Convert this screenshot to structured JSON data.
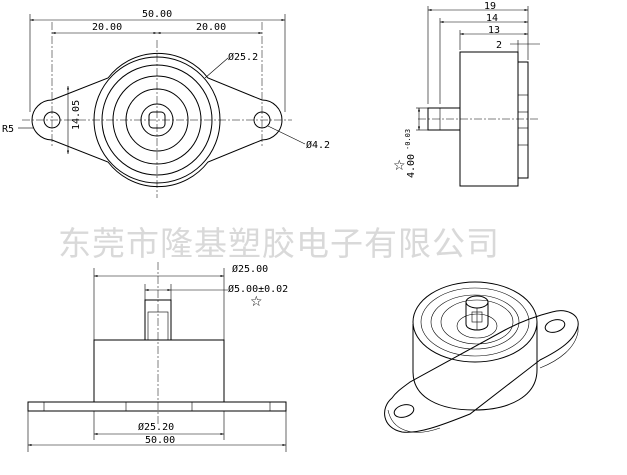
{
  "watermark": "东莞市隆基塑胶电子有限公司",
  "top_view": {
    "overall_width": "50.00",
    "left_half": "20.00",
    "right_half": "20.00",
    "body_diameter": "Ø25.2",
    "hole_diameter": "Ø4.2",
    "flange_height": "14.05",
    "end_radius": "R5"
  },
  "side_view": {
    "total_length": "19",
    "body_length": "14",
    "inner_length": "13",
    "flange_thickness": "2",
    "shaft_diameter": "4.00",
    "shaft_tolerance": "-0.03",
    "critical_mark": "☆"
  },
  "front_view": {
    "body_diameter": "Ø25.00",
    "shaft_diameter": "Ø5.00±0.02",
    "base_diameter": "Ø25.20",
    "overall_width": "50.00",
    "critical_mark": "☆"
  }
}
